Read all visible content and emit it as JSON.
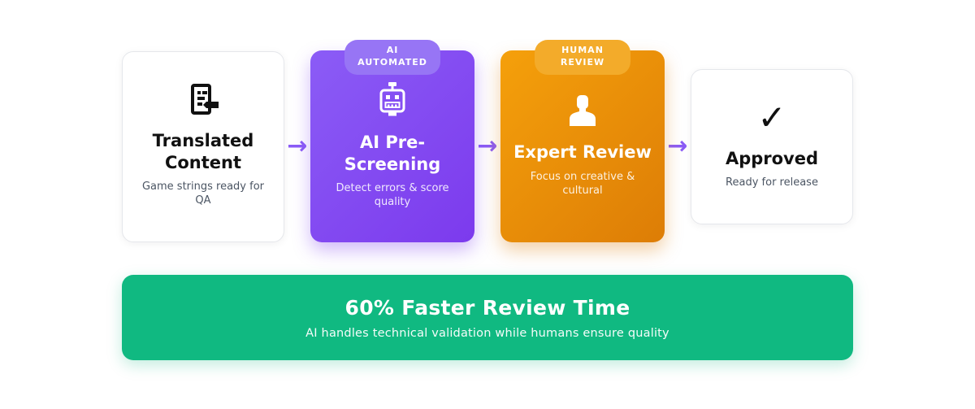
{
  "flow": {
    "arrow_glyph": "→",
    "steps": [
      {
        "title": "Translated Content",
        "subtitle": "Game strings ready for QA",
        "icon": "memo-icon"
      },
      {
        "badge": "AI AUTOMATED",
        "title": "AI Pre-Screening",
        "subtitle": "Detect errors & score quality",
        "icon": "robot-icon"
      },
      {
        "badge": "HUMAN REVIEW",
        "title": "Expert Review",
        "subtitle": "Focus on creative & cultural",
        "icon": "person-icon"
      },
      {
        "title": "Approved",
        "subtitle": "Ready for release",
        "icon": "check-icon",
        "check_glyph": "✓"
      }
    ]
  },
  "banner": {
    "title": "60% Faster Review Time",
    "subtitle": "AI handles technical validation while humans ensure quality"
  },
  "colors": {
    "purple_card_start": "#8b5cf6",
    "purple_card_end": "#7c3aed",
    "purple_badge": "#9775f5",
    "orange_card_start": "#f5a00b",
    "orange_card_end": "#dd7d06",
    "orange_badge": "#f3ab2a",
    "arrow": "#8b5cf6",
    "banner_green": "#10b981",
    "card_border": "#e5e7eb"
  }
}
